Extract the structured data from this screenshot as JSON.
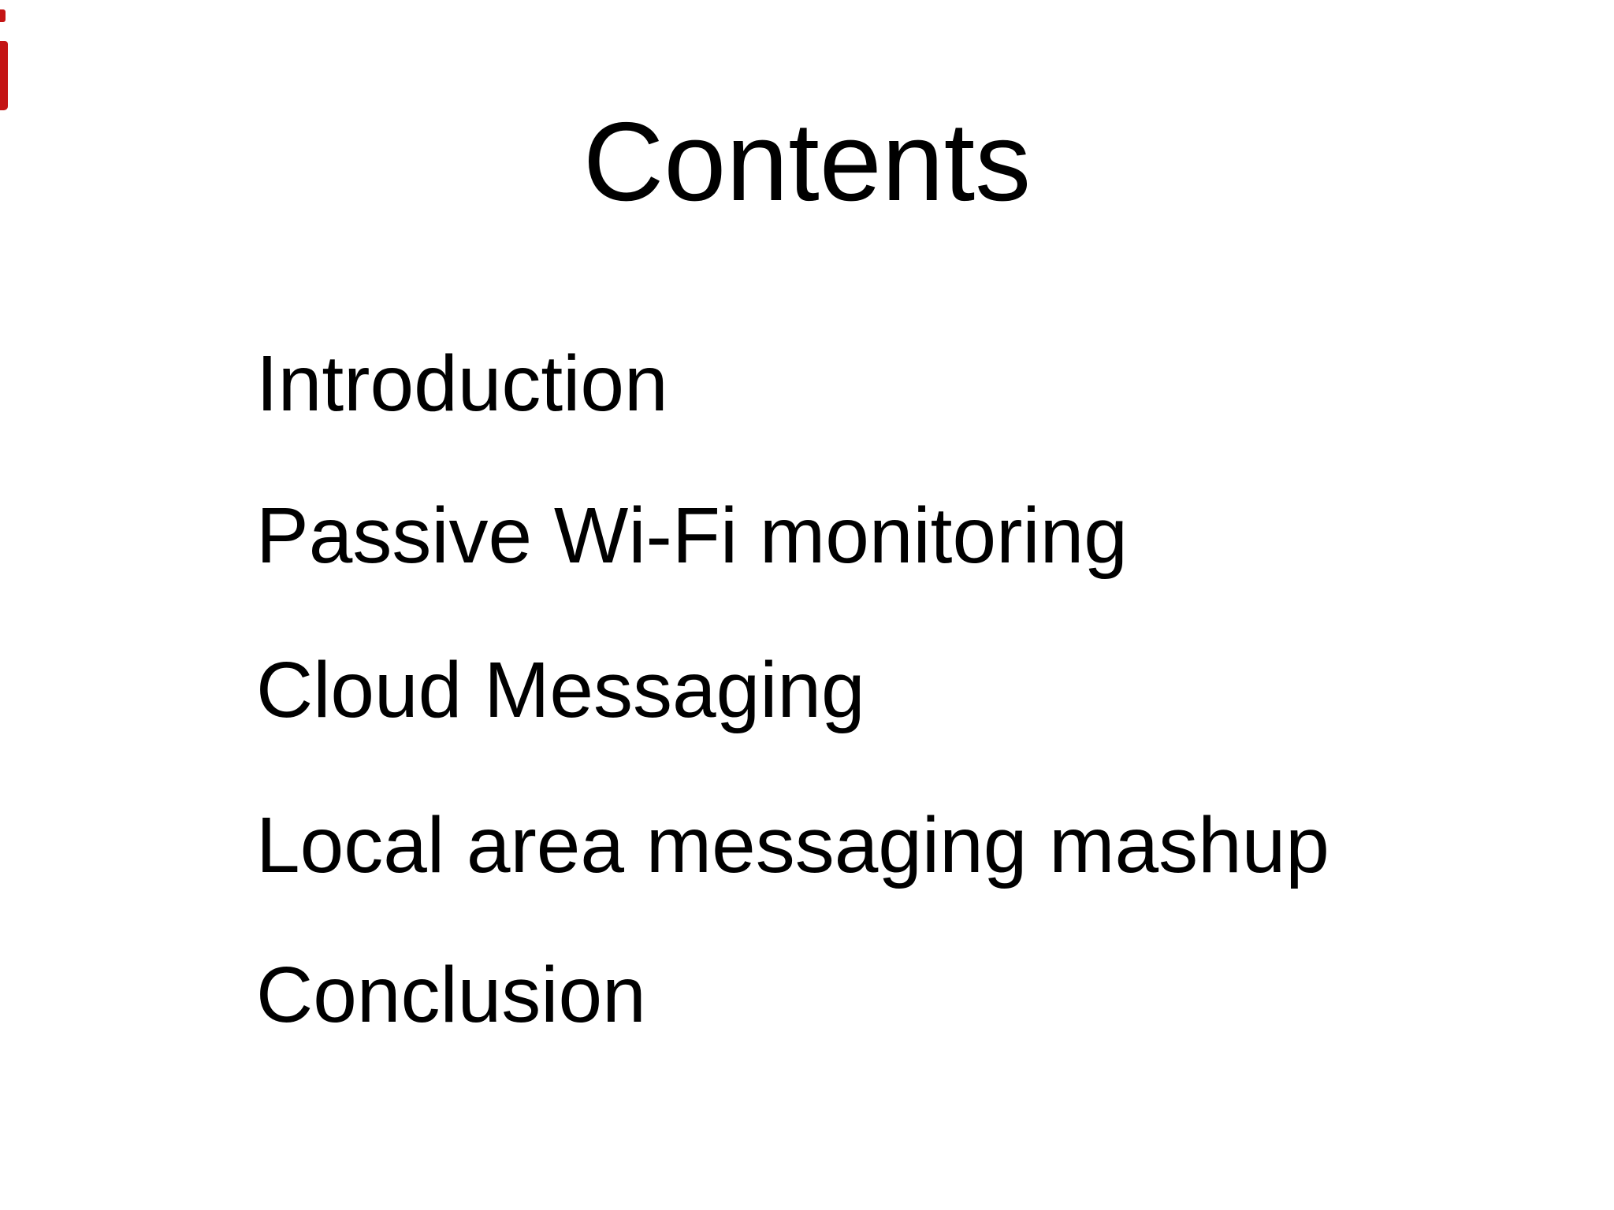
{
  "slide": {
    "title": "Contents",
    "items": [
      {
        "label": "Introduction"
      },
      {
        "label": "Passive Wi-Fi monitoring"
      },
      {
        "label": "Cloud Messaging"
      },
      {
        "label": "Local area messaging mashup"
      },
      {
        "label": "Conclusion"
      }
    ],
    "background_color": "#ffffff",
    "text_color": "#000000",
    "edge_artifact_color": "#c41414"
  }
}
